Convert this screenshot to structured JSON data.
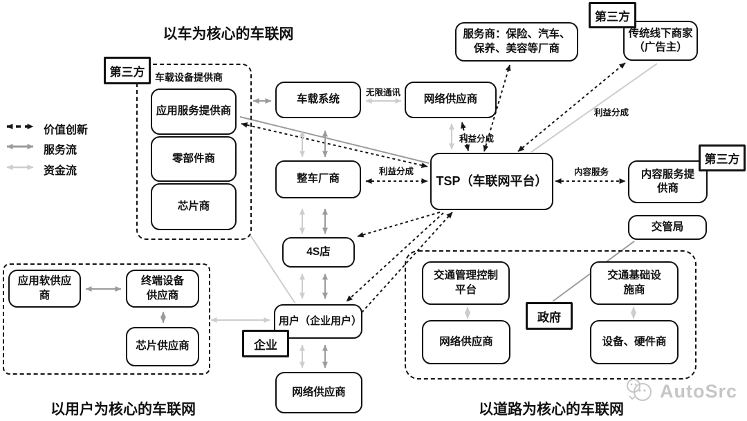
{
  "titles": {
    "car_core": "以车为核心的车联网",
    "user_core": "以用户为核心的车联网",
    "road_core": "以道路为核心的车联网"
  },
  "legend": {
    "value_innovation": "价值创新",
    "service_flow": "服务流",
    "capital_flow": "资金流"
  },
  "tags": {
    "third_party": "第三方",
    "enterprise": "企业",
    "government": "政府"
  },
  "groups": {
    "car_device_provider": "车载设备提供商"
  },
  "nodes": {
    "app_service_provider": "应用服务提供商",
    "parts_maker": "零部件商",
    "chip_maker": "芯片商",
    "vehicle_system": "车载系统",
    "network_provider": "网络供应商",
    "oem": "整车厂商",
    "dealer_4s": "4S店",
    "user": "用户（企业用户）",
    "tsp": "TSP（车联网平台）",
    "service_merchants": "服务商：保险、汽车、\n保养、美容等厂商",
    "offline_merchants": "传统线下商家\n（广告主）",
    "content_provider": "内容服务提\n供商",
    "traffic_bureau": "交管局",
    "traffic_mgmt_platform": "交通管理控制\n平台",
    "traffic_infra": "交通基础设\n施商",
    "device_hardware": "设备、硬件商",
    "app_soft_provider": "应用软供应商",
    "terminal_provider": "终端设备\n供应商",
    "chip_supplier": "芯片供应商"
  },
  "edge_labels": {
    "wireless": "无限通讯",
    "profit_share": "利益分成",
    "content_service": "内容服务"
  },
  "watermark": {
    "text": "AutoSrc"
  },
  "colors": {
    "line_black": "#161616",
    "line_gray": "#9b9b9b",
    "line_light": "#cdcdcd",
    "watermark_gray": "#c6c6c6"
  }
}
